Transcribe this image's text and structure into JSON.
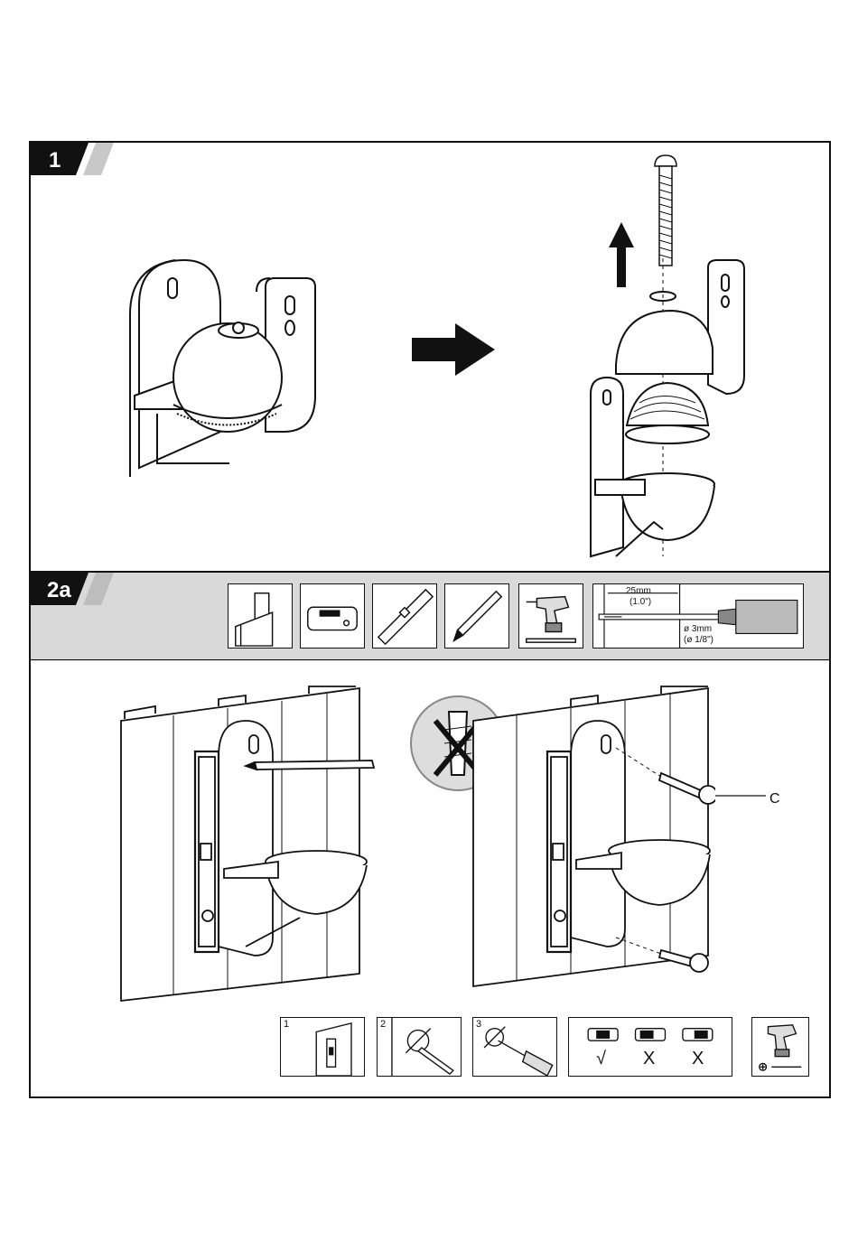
{
  "steps": [
    {
      "number": "1"
    },
    {
      "number": "2a"
    }
  ],
  "tools_row": {
    "items": [
      "wall-icon",
      "stud-finder-icon",
      "spirit-level-icon",
      "pencil-icon",
      "drill-icon",
      "drill-depth-icon"
    ],
    "drill_depth": {
      "depth_mm": "25mm",
      "depth_in": "(1.0\")",
      "diameter_mm": "ø 3mm",
      "diameter_in": "(ø 1/8\")"
    }
  },
  "callout": {
    "screw_label": "C"
  },
  "bottom_steps": [
    {
      "number": "1"
    },
    {
      "number": "2"
    },
    {
      "number": "3"
    }
  ],
  "level_check": {
    "good": "√",
    "bad1": "X",
    "bad2": "X"
  },
  "colors": {
    "line": "#111111",
    "band": "#d9d9d9",
    "badge": "#111111"
  }
}
